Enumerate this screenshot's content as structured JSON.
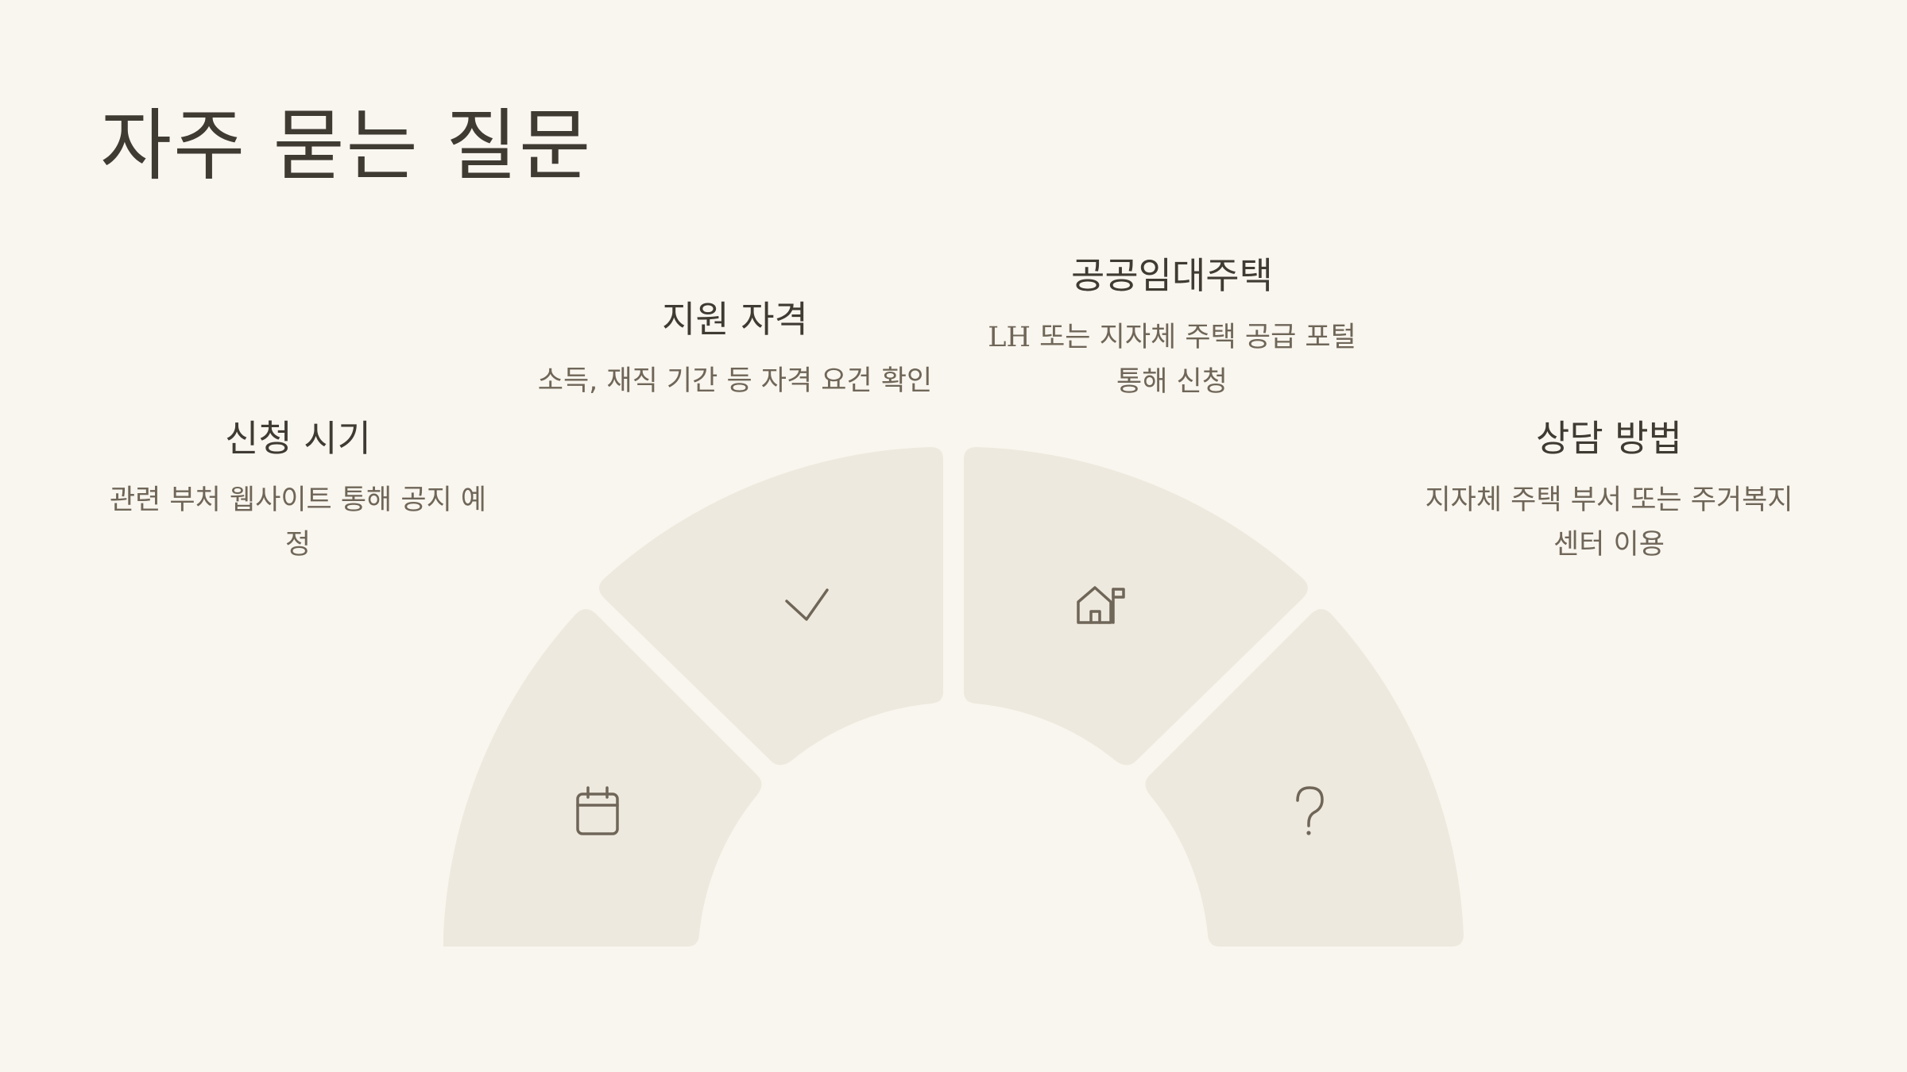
{
  "title": "자주 묻는 질문",
  "items": [
    {
      "title": "신청 시기",
      "desc_lines": [
        "관련 부처 웹사이트 통해 공지 예",
        "정"
      ],
      "icon": "calendar-icon"
    },
    {
      "title": "지원 자격",
      "desc_lines": [
        "소득, 재직 기간 등 자격 요건 확인"
      ],
      "icon": "check-icon"
    },
    {
      "title": "공공임대주택",
      "desc_lines": [
        "LH 또는 지자체 주택 공급 포털",
        "통해 신청"
      ],
      "icon": "house-flag-icon"
    },
    {
      "title": "상담 방법",
      "desc_lines": [
        "지자체 주택 부서 또는 주거복지",
        "센터 이용"
      ],
      "icon": "question-icon"
    }
  ],
  "colors": {
    "background": "#f9f6ef",
    "segment": "#eee9de",
    "title_text": "#3f3b33",
    "desc_text": "#6f6658",
    "icon": "#6f6658"
  }
}
